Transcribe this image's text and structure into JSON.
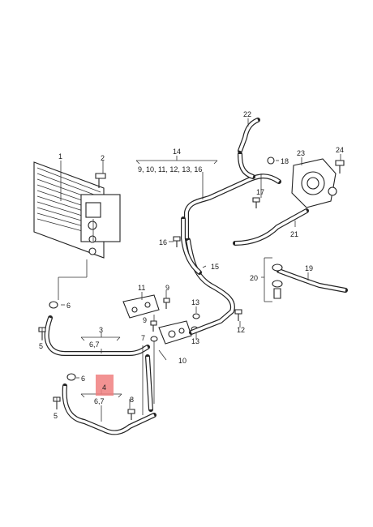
{
  "diagram": {
    "highlight_color": "#f07f7f",
    "callouts": {
      "c1": "1",
      "c2": "2",
      "c3": "3",
      "c3_sub": "6,7",
      "c4": "4",
      "c4_sub": "6,7",
      "c5a": "5",
      "c5b": "5",
      "c6a": "6",
      "c6b": "6",
      "c7": "7",
      "c8": "8",
      "c9a": "9",
      "c9b": "9",
      "c10": "10",
      "c11": "11",
      "c12": "12",
      "c13a": "13",
      "c13b": "13",
      "c14": "14",
      "c14_sub": "9, 10, 11, 12, 13, 16",
      "c15": "15",
      "c16": "16",
      "c17": "17",
      "c18": "18",
      "c19": "19",
      "c20": "20",
      "c21": "21",
      "c22": "22",
      "c23": "23",
      "c24": "24"
    }
  }
}
